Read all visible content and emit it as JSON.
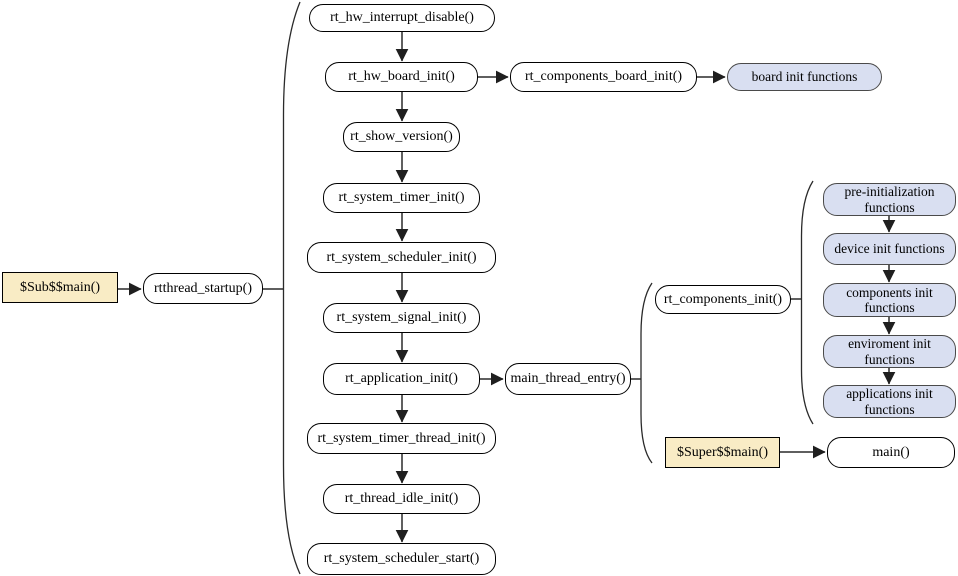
{
  "colors": {
    "node_fill": "#ffffff",
    "accent_cream": "#F9ECC5",
    "accent_blue": "#D9DFF1",
    "border": "#000000",
    "edge": "#2a2a2a"
  },
  "nodes": {
    "sub_main": "$Sub$$main()",
    "rtthread_startup": "rtthread_startup()",
    "rt_hw_interrupt_disable": "rt_hw_interrupt_disable()",
    "rt_hw_board_init": "rt_hw_board_init()",
    "rt_components_board_init": "rt_components_board_init()",
    "board_init_functions": "board init functions",
    "rt_show_version": "rt_show_version()",
    "rt_system_timer_init": "rt_system_timer_init()",
    "rt_system_scheduler_init": "rt_system_scheduler_init()",
    "rt_system_signal_init": "rt_system_signal_init()",
    "rt_application_init": "rt_application_init()",
    "main_thread_entry": "main_thread_entry()",
    "rt_components_init": "rt_components_init()",
    "pre_initialization_functions": "pre-initialization functions",
    "device_init_functions": "device init functions",
    "components_init_functions": "components init functions",
    "enviroment_init_functions": "enviroment init functions",
    "applications_init_functions": "applications init functions",
    "rt_system_timer_thread_init": "rt_system_timer_thread_init()",
    "rt_thread_idle_init": "rt_thread_idle_init()",
    "rt_system_scheduler_start": "rt_system_scheduler_start()",
    "super_main": "$Super$$main()",
    "main": "main()"
  }
}
